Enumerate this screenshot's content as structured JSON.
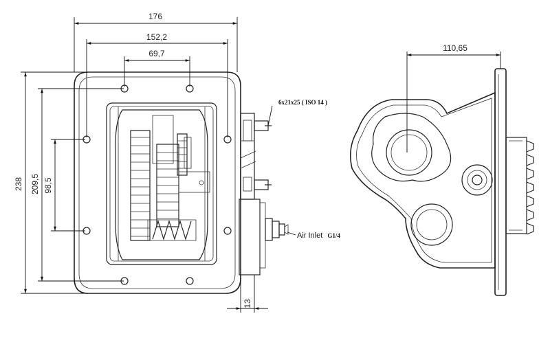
{
  "dimensions": {
    "width_total": "176",
    "width_holes": "152,2",
    "width_inner": "69,7",
    "height_total": "238",
    "height_holes": "209,5",
    "height_inner": "98,5",
    "flange_thickness": "13",
    "shaft_offset": "110,65"
  },
  "labels": {
    "bolt_spec": "6x21x25 ( ISO 14 )",
    "air_inlet": "Air Inlet",
    "air_inlet_thread": "G1/4"
  }
}
